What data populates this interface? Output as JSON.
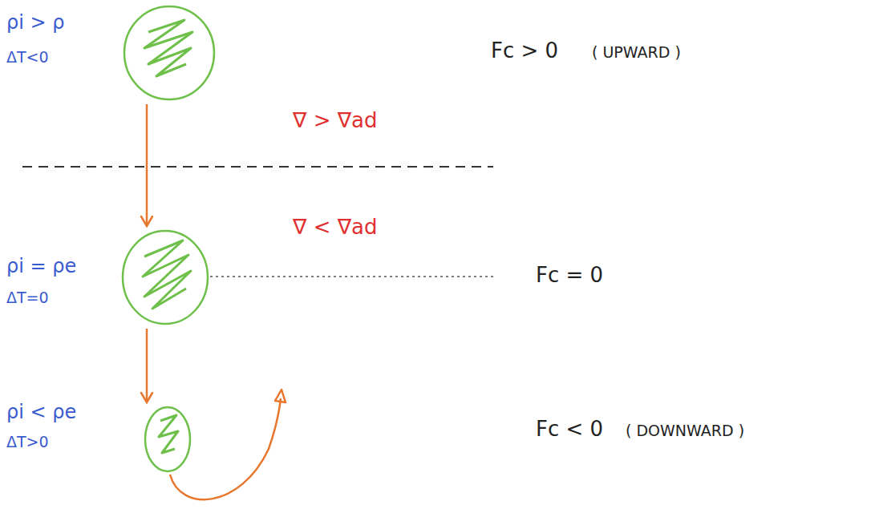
{
  "diagram": {
    "nodes": [
      {
        "text": [
          "ρi > ρ",
          "ΔT<0"
        ]
      },
      {
        "text": [
          "ρi = ρe",
          "ΔT=0"
        ]
      },
      {
        "text": [
          "ρi < ρe",
          "ΔT>0"
        ]
      }
    ],
    "edges": [
      {
        "from": 0,
        "to": 1,
        "arrow": "to"
      },
      {
        "from": 1,
        "to": 2,
        "arrow": "to"
      }
    ],
    "labels": [
      "Fc > 0",
      "( UPWARD )",
      "∇ > ∇ad",
      "∇ < ∇ad",
      "Fc = 0",
      "Fc < 0",
      "( DOWNWARD )"
    ]
  }
}
